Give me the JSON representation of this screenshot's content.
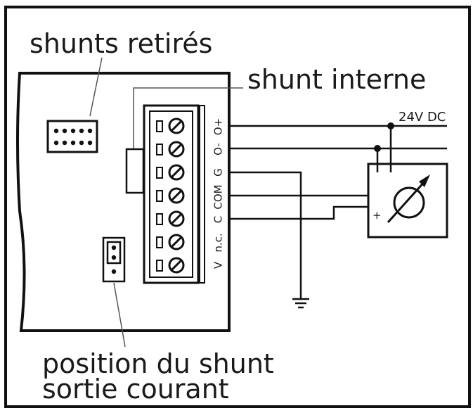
{
  "labels": {
    "shunts_removed": "shunts retirés",
    "internal_shunt": "shunt interne",
    "supply": "24V DC",
    "shunt_position_line1": "position du shunt",
    "shunt_position_line2": "sortie courant",
    "meter_plus": "+"
  },
  "terminals": [
    "O+",
    "O-",
    "G",
    "COM",
    "C",
    "n.c.",
    "V"
  ]
}
